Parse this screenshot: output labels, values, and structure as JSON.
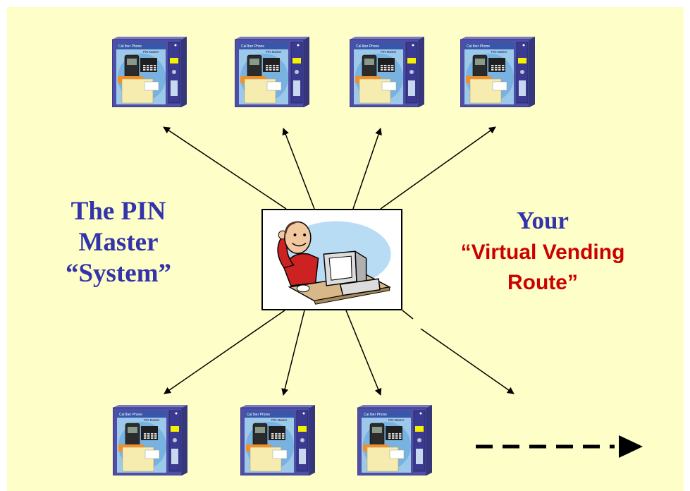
{
  "left_label": {
    "line1": "The PIN",
    "line2": "Master",
    "line3": "“System”"
  },
  "right_label": {
    "line1": "Your",
    "line2": "“Virtual Vending",
    "line3": "Route”"
  },
  "machine": {
    "header": "Cal lber Phone",
    "sub": "PIN Master"
  },
  "colors": {
    "background": "#fefec8",
    "blue_text": "#3333aa",
    "red_text": "#cc0000",
    "machine_body": "#4f4fa8",
    "arrow": "#000000"
  }
}
